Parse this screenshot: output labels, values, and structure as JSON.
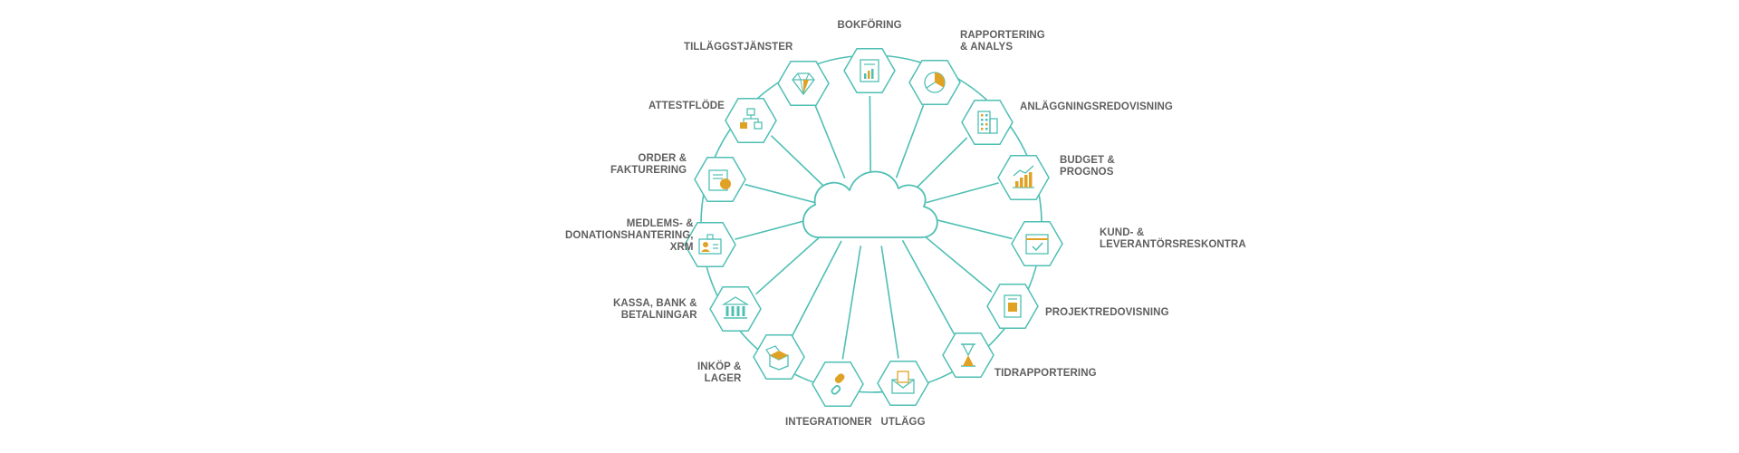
{
  "colors": {
    "teal": "#4fbfb4",
    "teal_light": "#8fd5cd",
    "accent": "#e0a224",
    "text": "#5f5f5f",
    "hex_fill": "#ffffff"
  },
  "center": {
    "name": "cloud-icon"
  },
  "nodes": [
    {
      "id": "bokforing",
      "label": "BOKFÖRING",
      "icon": "report-chart-icon"
    },
    {
      "id": "rapportering",
      "label": "RAPPORTERING\n& ANALYS",
      "icon": "pie-chart-icon"
    },
    {
      "id": "anlaggning",
      "label": "ANLÄGGNINGSREDOVISNING",
      "icon": "building-icon"
    },
    {
      "id": "budget",
      "label": "BUDGET &\nPROGNOS",
      "icon": "bar-chart-trend-icon"
    },
    {
      "id": "kund",
      "label": "KUND- &\nLEVERANTÖRSRESKONTRA",
      "icon": "calendar-check-icon"
    },
    {
      "id": "projekt",
      "label": "PROJEKTREDOVISNING",
      "icon": "project-document-icon"
    },
    {
      "id": "tid",
      "label": "TIDRAPPORTERING",
      "icon": "hourglass-icon"
    },
    {
      "id": "utlagg",
      "label": "UTLÄGG",
      "icon": "envelope-receipt-icon"
    },
    {
      "id": "integrationer",
      "label": "INTEGRATIONER",
      "icon": "chain-link-icon"
    },
    {
      "id": "inkop",
      "label": "INKÖP &\nLAGER",
      "icon": "open-box-icon"
    },
    {
      "id": "kassa",
      "label": "KASSA, BANK &\nBETALNINGAR",
      "icon": "bank-icon"
    },
    {
      "id": "medlem",
      "label": "MEDLEMS- &\nDONATIONSHANTERING,\nXRM",
      "icon": "id-badge-icon"
    },
    {
      "id": "order",
      "label": "ORDER &\nFAKTURERING",
      "icon": "invoice-icon"
    },
    {
      "id": "attest",
      "label": "ATTESTFLÖDE",
      "icon": "flowchart-icon"
    },
    {
      "id": "tillagg",
      "label": "TILLÄGGSTJÄNSTER",
      "icon": "diamond-icon"
    }
  ]
}
